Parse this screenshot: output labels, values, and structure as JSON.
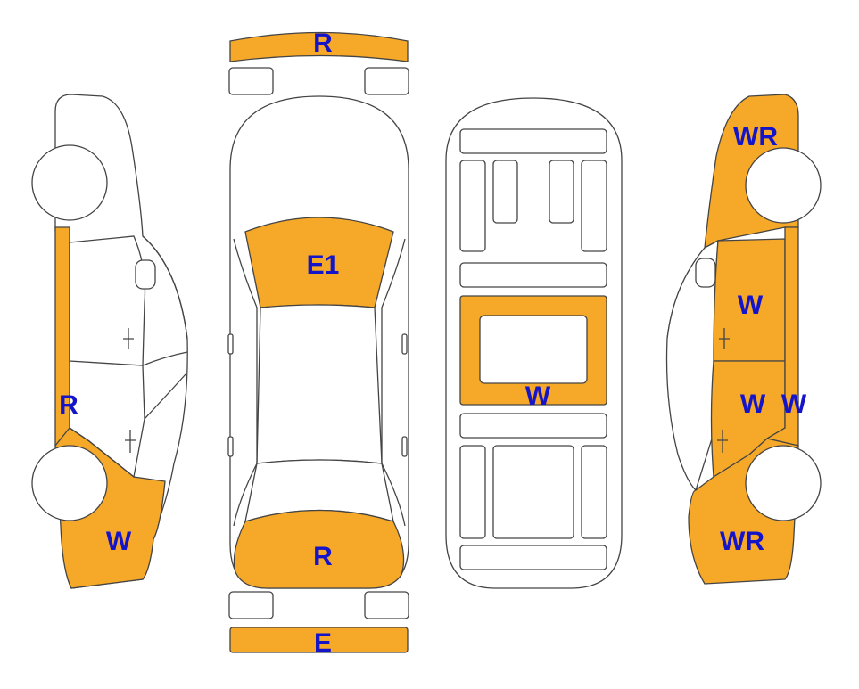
{
  "colors": {
    "damage_fill": "#f6a829",
    "outline": "#444444",
    "body_fill": "#ffffff",
    "code_text": "#1414c8"
  },
  "codes": {
    "front_bumper": "R",
    "hood": "E1",
    "trunk": "R",
    "rear_bumper": "E",
    "roof": "W",
    "left_door": "R",
    "left_rear_quarter": "W",
    "right_front_fender": "WR",
    "right_front_door": "W",
    "right_rear_door": "W",
    "right_rocker": "W",
    "right_rear_quarter": "WR"
  }
}
